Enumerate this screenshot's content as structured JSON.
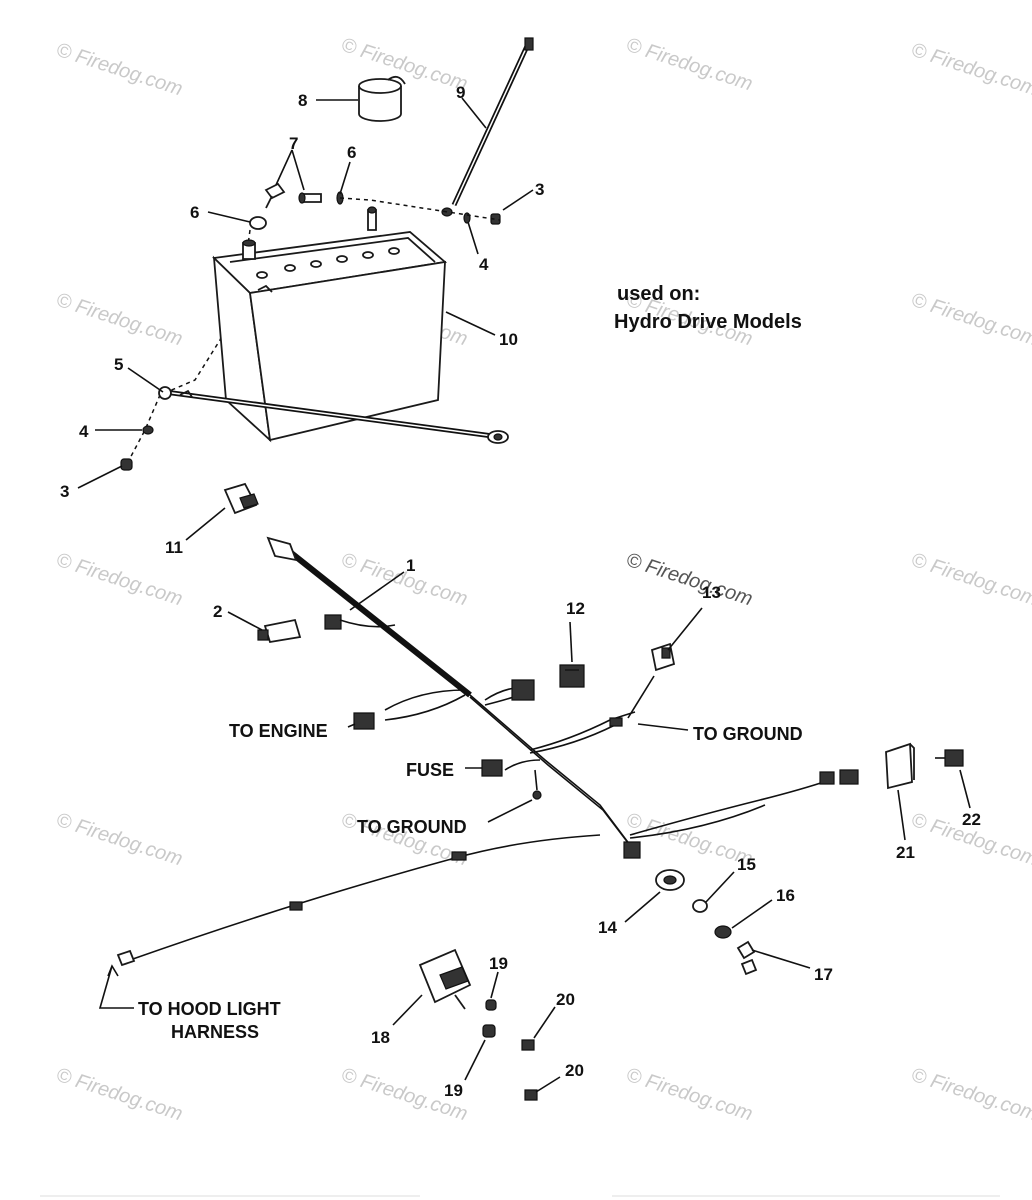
{
  "watermark": "© Firedog.com",
  "note": {
    "line1": "used on:",
    "line2": "Hydro Drive Models"
  },
  "callouts": {
    "to_engine": "TO ENGINE",
    "to_ground_right": "TO GROUND",
    "fuse": "FUSE",
    "to_ground_center": "TO GROUND",
    "to_hood_line1": "TO HOOD LIGHT",
    "to_hood_line2": "HARNESS"
  },
  "part_numbers": {
    "p1": "1",
    "p2": "2",
    "p3a": "3",
    "p3b": "3",
    "p4a": "4",
    "p4b": "4",
    "p5": "5",
    "p6a": "6",
    "p6b": "6",
    "p7": "7",
    "p8": "8",
    "p9": "9",
    "p10": "10",
    "p11": "11",
    "p12": "12",
    "p13": "13",
    "p14": "14",
    "p15": "15",
    "p16": "16",
    "p17": "17",
    "p18": "18",
    "p19a": "19",
    "p19b": "19",
    "p20a": "20",
    "p20b": "20",
    "p21": "21",
    "p22": "22"
  }
}
